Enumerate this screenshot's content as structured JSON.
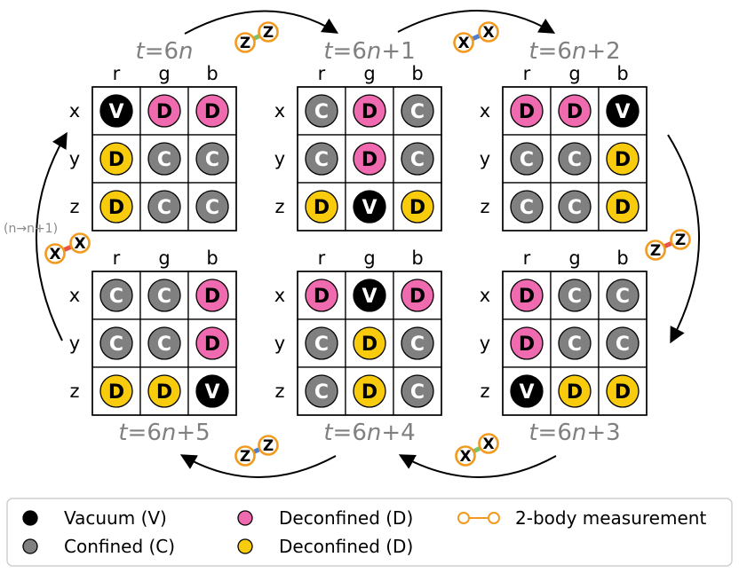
{
  "row_labels": [
    "x",
    "y",
    "z"
  ],
  "col_labels": [
    "r",
    "g",
    "b"
  ],
  "panels": [
    {
      "t": "6",
      "n": "n",
      "suffix": "",
      "grid": [
        [
          "V",
          "D",
          "D"
        ],
        [
          "D",
          "C",
          "C"
        ],
        [
          "D",
          "C",
          "C"
        ]
      ],
      "colors": [
        [
          "k",
          "p",
          "p"
        ],
        [
          "y",
          "c",
          "c"
        ],
        [
          "y",
          "c",
          "c"
        ]
      ]
    },
    {
      "t": "6",
      "n": "n",
      "suffix": "+1",
      "grid": [
        [
          "C",
          "D",
          "C"
        ],
        [
          "C",
          "D",
          "C"
        ],
        [
          "D",
          "V",
          "D"
        ]
      ],
      "colors": [
        [
          "c",
          "p",
          "c"
        ],
        [
          "c",
          "p",
          "c"
        ],
        [
          "y",
          "k",
          "y"
        ]
      ]
    },
    {
      "t": "6",
      "n": "n",
      "suffix": "+2",
      "grid": [
        [
          "D",
          "D",
          "V"
        ],
        [
          "C",
          "C",
          "D"
        ],
        [
          "C",
          "C",
          "D"
        ]
      ],
      "colors": [
        [
          "p",
          "p",
          "k"
        ],
        [
          "c",
          "c",
          "y"
        ],
        [
          "c",
          "c",
          "y"
        ]
      ]
    },
    {
      "t": "6",
      "n": "n",
      "suffix": "+5",
      "grid": [
        [
          "C",
          "C",
          "D"
        ],
        [
          "C",
          "C",
          "D"
        ],
        [
          "D",
          "D",
          "V"
        ]
      ],
      "colors": [
        [
          "c",
          "c",
          "p"
        ],
        [
          "c",
          "c",
          "p"
        ],
        [
          "y",
          "y",
          "k"
        ]
      ]
    },
    {
      "t": "6",
      "n": "n",
      "suffix": "+4",
      "grid": [
        [
          "D",
          "V",
          "D"
        ],
        [
          "C",
          "D",
          "C"
        ],
        [
          "C",
          "D",
          "C"
        ]
      ],
      "colors": [
        [
          "p",
          "k",
          "p"
        ],
        [
          "c",
          "y",
          "c"
        ],
        [
          "c",
          "y",
          "c"
        ]
      ]
    },
    {
      "t": "6",
      "n": "n",
      "suffix": "+3",
      "grid": [
        [
          "D",
          "C",
          "C"
        ],
        [
          "D",
          "C",
          "C"
        ],
        [
          "V",
          "D",
          "D"
        ]
      ],
      "colors": [
        [
          "p",
          "c",
          "c"
        ],
        [
          "p",
          "c",
          "c"
        ],
        [
          "k",
          "y",
          "y"
        ]
      ]
    }
  ],
  "measurements": [
    {
      "letter": "Z",
      "bond": "green"
    },
    {
      "letter": "X",
      "bond": "blue"
    },
    {
      "letter": "Z",
      "bond": "red"
    },
    {
      "letter": "X",
      "bond": "green"
    },
    {
      "letter": "Z",
      "bond": "blue"
    },
    {
      "letter": "X",
      "bond": "red"
    }
  ],
  "cycle_note": "(n→n+1)",
  "colors": {
    "vacuum": "#000000",
    "confined": "#808080",
    "pink": "#f06aaf",
    "yellow": "#f8cc0c",
    "node_ring": "#f29a1e",
    "bond_green": "#7cc26a",
    "bond_blue": "#4c7fd0",
    "bond_red": "#e8524a",
    "time_label": "#808080"
  },
  "legend": [
    {
      "key": "vacuum",
      "label": "Vacuum (V)"
    },
    {
      "key": "confined",
      "label": "Confined (C)"
    },
    {
      "key": "pink",
      "label": "Deconfined (D)"
    },
    {
      "key": "yellow",
      "label": "Deconfined (D)"
    },
    {
      "key": "measurement",
      "label": "2-body measurement"
    }
  ]
}
